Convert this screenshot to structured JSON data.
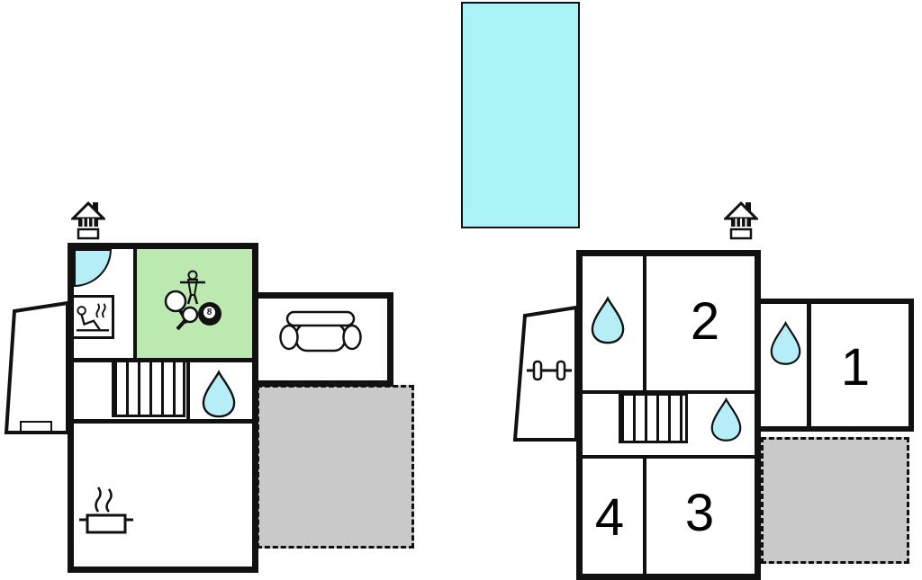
{
  "labels": {
    "room_1": "1",
    "room_2": "2",
    "room_3": "3",
    "room_4": "4",
    "billiard_ball": "8"
  },
  "colors": {
    "background": "#ffffff",
    "wall": "#111111",
    "pool": "#a9f2f6",
    "game_room": "#bce9b0",
    "water_drop": "#b5eef7",
    "terrace": "#c9c9c9"
  },
  "icons": [
    "chimney-icon",
    "shower-corner-icon",
    "sauna-icon",
    "foosball-player-icon",
    "table-tennis-icon",
    "billiard-ball-icon",
    "sofa-icon",
    "stairs-icon",
    "water-drop-icon",
    "cooking-pot-icon",
    "dumbbell-icon",
    "swimming-pool-icon"
  ]
}
